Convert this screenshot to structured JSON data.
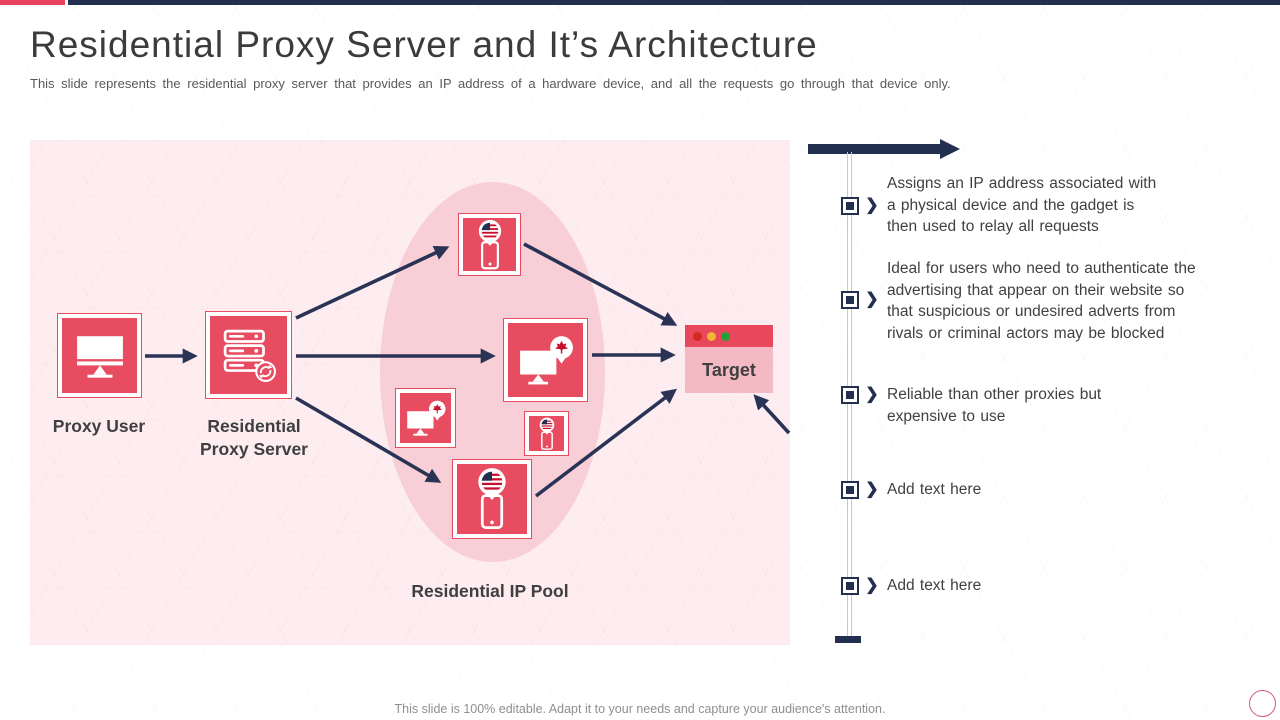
{
  "slide": {
    "title": "Residential Proxy Server and It’s Architecture",
    "subtitle": "This slide represents the residential proxy server that provides an IP address of a hardware device, and all the requests go through that device only.",
    "footer": "This slide is 100% editable. Adapt it to your needs and capture your audience's attention."
  },
  "diagram": {
    "proxy_user_label": "Proxy User",
    "proxy_server_label": "Residential\nProxy Server",
    "ip_pool_label": "Residential IP Pool",
    "target_label": "Target",
    "pool_devices": [
      "smartphone-us-flag-pin-icon",
      "monitor-canada-leaf-pin-icon",
      "monitor-canada-leaf-pin-icon",
      "smartphone-us-flag-pin-icon",
      "smartphone-us-flag-pin-icon"
    ]
  },
  "timeline": {
    "items": [
      {
        "text": "Assigns an IP address associated with\na physical device and the gadget is\nthen used to relay all requests"
      },
      {
        "text": "Ideal for users who need to authenticate the\nadvertising that appear on their website so\nthat suspicious or undesired adverts from\nrivals or criminal actors may be blocked"
      },
      {
        "text": "Reliable than other proxies but\nexpensive to use"
      },
      {
        "text": "Add text here"
      },
      {
        "text": "Add text here"
      }
    ]
  },
  "colors": {
    "accent_red": "#e84c61",
    "navy": "#232f4e",
    "panel_pink": "#fdedf0",
    "pool_pink": "#f8cfd7",
    "target_body_pink": "#f3bac4",
    "dot_red": "#d42a1e",
    "dot_yellow": "#f2b635",
    "dot_green": "#27a03c",
    "text_dark": "#3f3f3f",
    "text_gray": "#8f8f8f"
  }
}
